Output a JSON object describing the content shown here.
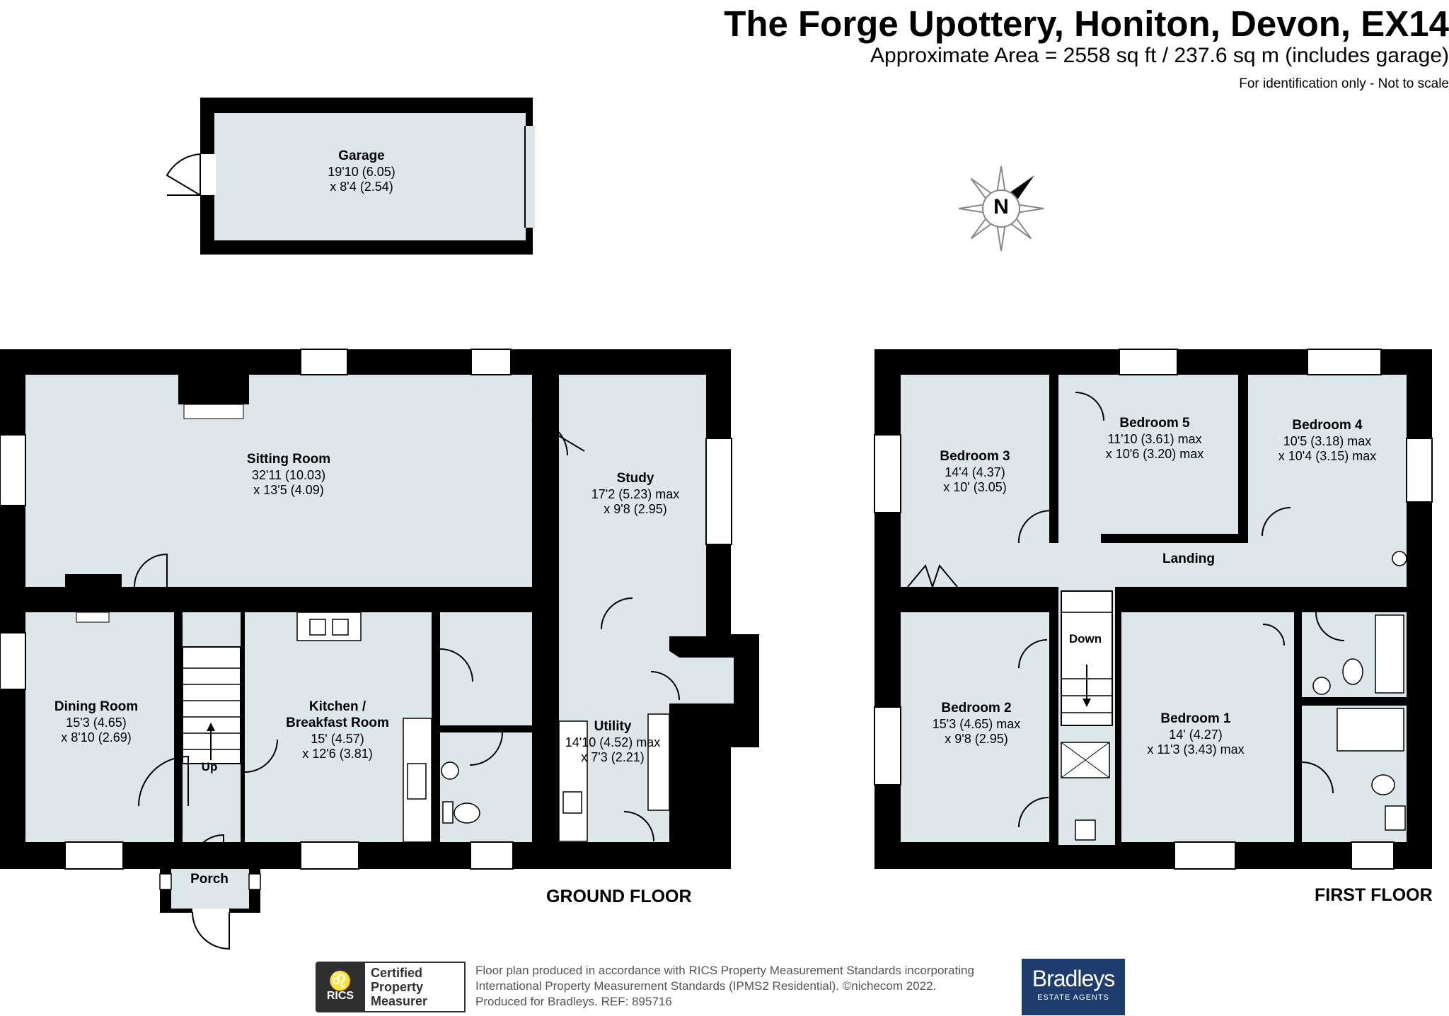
{
  "header": {
    "title": "The Forge Upottery, Honiton, Devon, EX14",
    "area": "Approximate Area = 2558 sq ft / 237.6 sq m (includes garage)",
    "note": "For identification only - Not to scale"
  },
  "compass": {
    "letter": "N"
  },
  "floors": {
    "ground": "GROUND FLOOR",
    "first": "FIRST FLOOR"
  },
  "rooms": {
    "garage": {
      "name": "Garage",
      "dim1": "19'10 (6.05)",
      "dim2": "x 8'4 (2.54)"
    },
    "sitting": {
      "name": "Sitting Room",
      "dim1": "32'11 (10.03)",
      "dim2": "x 13'5 (4.09)"
    },
    "study": {
      "name": "Study",
      "dim1": "17'2 (5.23) max",
      "dim2": "x 9'8 (2.95)"
    },
    "dining": {
      "name": "Dining Room",
      "dim1": "15'3 (4.65)",
      "dim2": "x 8'10 (2.69)"
    },
    "kitchen": {
      "name1": "Kitchen /",
      "name2": "Breakfast Room",
      "dim1": "15' (4.57)",
      "dim2": "x 12'6 (3.81)"
    },
    "utility": {
      "name": "Utility",
      "dim1": "14'10 (4.52) max",
      "dim2": "x 7'3 (2.21)"
    },
    "porch": {
      "name": "Porch"
    },
    "bed3": {
      "name": "Bedroom 3",
      "dim1": "14'4 (4.37)",
      "dim2": "x 10' (3.05)"
    },
    "bed5": {
      "name": "Bedroom 5",
      "dim1": "11'10 (3.61) max",
      "dim2": "x 10'6 (3.20) max"
    },
    "bed4": {
      "name": "Bedroom 4",
      "dim1": "10'5 (3.18) max",
      "dim2": "x 10'4 (3.15) max"
    },
    "landing": {
      "name": "Landing"
    },
    "bed2": {
      "name": "Bedroom 2",
      "dim1": "15'3 (4.65) max",
      "dim2": "x 9'8 (2.95)"
    },
    "bed1": {
      "name": "Bedroom 1",
      "dim1": "14' (4.27)",
      "dim2": "x 11'3 (3.43) max"
    }
  },
  "stairs": {
    "up": "Up",
    "down": "Down"
  },
  "footer": {
    "rics_label": "RICS",
    "cert1": "Certified",
    "cert2": "Property",
    "cert3": "Measurer",
    "line1": "Floor plan produced in accordance with RICS Property Measurement Standards incorporating",
    "line2": "International Property Measurement Standards (IPMS2 Residential).   ©nichecom 2022.",
    "line3": "Produced for Bradleys.   REF: 895716",
    "brand": "Bradleys",
    "brand_sub": "ESTATE AGENTS"
  },
  "colors": {
    "wall": "#000000",
    "floor": "#dde7ea",
    "window": "#ffffff",
    "brand": "#1f3c6e"
  }
}
